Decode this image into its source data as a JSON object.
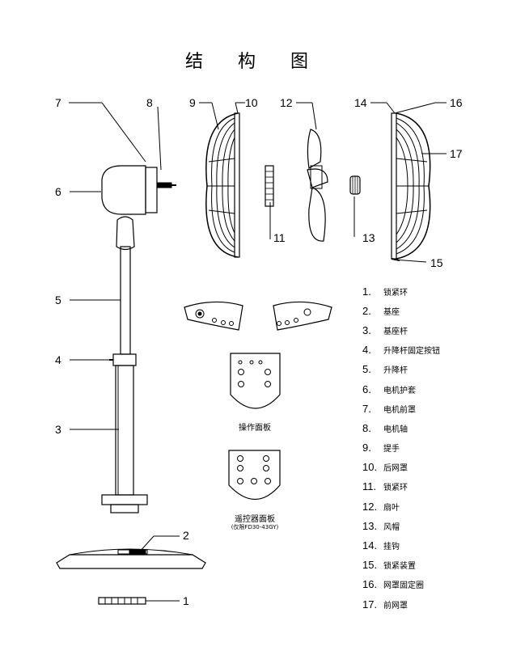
{
  "title": "结 构 图",
  "callouts": [
    "1",
    "2",
    "3",
    "4",
    "5",
    "6",
    "7",
    "8",
    "9",
    "10",
    "11",
    "12",
    "13",
    "14",
    "15",
    "16",
    "17"
  ],
  "legend": [
    {
      "num": "1.",
      "label": "锁紧环"
    },
    {
      "num": "2.",
      "label": "基座"
    },
    {
      "num": "3.",
      "label": "基座杆"
    },
    {
      "num": "4.",
      "label": "升降杆固定按钮"
    },
    {
      "num": "5.",
      "label": "升降杆"
    },
    {
      "num": "6.",
      "label": "电机护套"
    },
    {
      "num": "7.",
      "label": "电机前罩"
    },
    {
      "num": "8.",
      "label": "电机轴"
    },
    {
      "num": "9.",
      "label": "提手"
    },
    {
      "num": "10.",
      "label": "后网罩"
    },
    {
      "num": "11.",
      "label": "锁紧环"
    },
    {
      "num": "12.",
      "label": "扇叶"
    },
    {
      "num": "13.",
      "label": "风帽"
    },
    {
      "num": "14.",
      "label": "挂钩"
    },
    {
      "num": "15.",
      "label": "锁紧装置"
    },
    {
      "num": "16.",
      "label": "网罩固定圈"
    },
    {
      "num": "17.",
      "label": "前网罩"
    }
  ],
  "panels": {
    "control_caption": "操作面板",
    "remote_caption": "遥控器面板",
    "remote_note": "(仅限FD30-43GY)"
  }
}
